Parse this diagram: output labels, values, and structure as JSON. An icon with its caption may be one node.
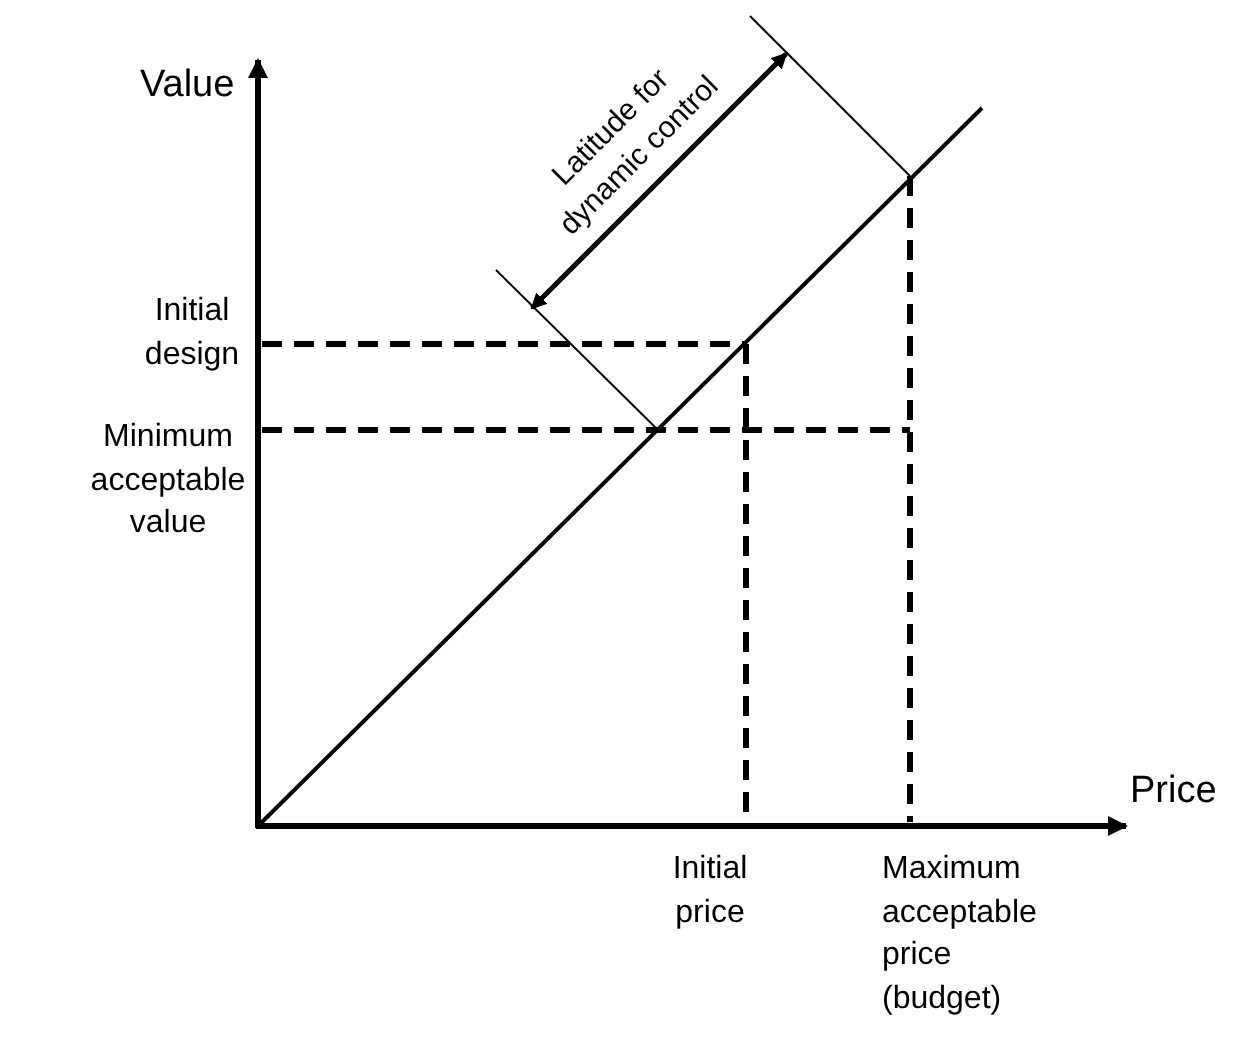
{
  "diagram": {
    "labels": [
      "Value",
      "Latitude for dynamic control",
      "Initial design",
      "Minimum acceptable value",
      "Price",
      "Initial price",
      "Maximum acceptable price (budget)"
    ]
  }
}
